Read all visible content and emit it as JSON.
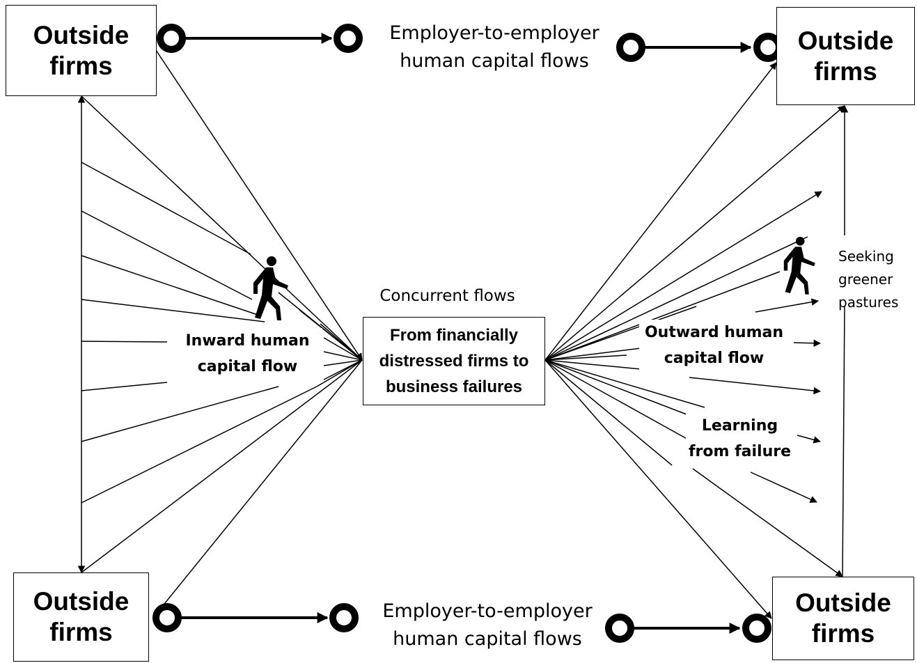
{
  "boxes": {
    "outside_top_left": "Outside\nfirms",
    "outside_bottom_left": "Outside\nfirms",
    "outside_top_right": "Outside\nfirms",
    "outside_bottom_right": "Outside\nfirms",
    "center": "From financially\ndistressed firms to\nbusiness failures"
  },
  "labels": {
    "e2e_top": "Employer-to-employer\nhuman capital flows",
    "e2e_bottom": "Employer-to-employer\nhuman capital flows",
    "concurrent": "Concurrent flows",
    "inward": "Inward human\ncapital flow",
    "outward": "Outward human\ncapital flow",
    "learning": "Learning\nfrom failure",
    "greener": "Seeking\ngreener\npastures"
  },
  "icons": {
    "walker": "walking-person-icon",
    "connector": "ring-node-icon"
  }
}
